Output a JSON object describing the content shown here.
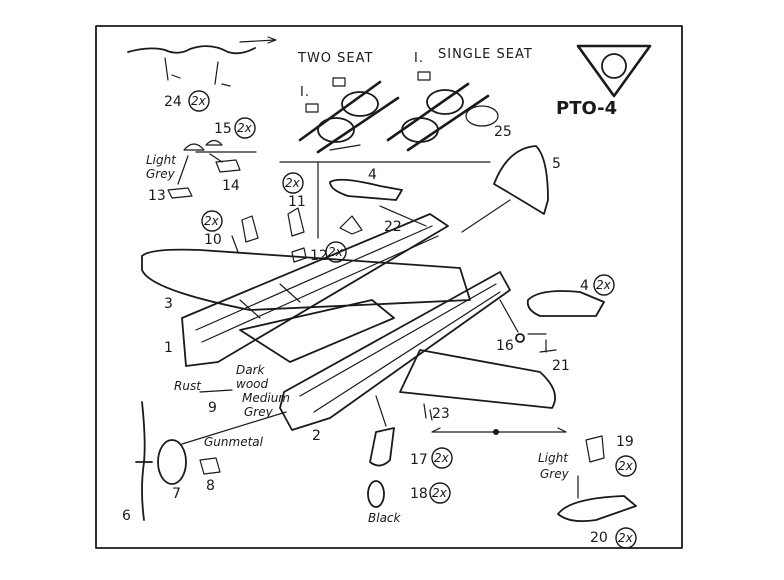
{
  "header": {
    "two_seat": "TWO SEAT",
    "single_seat": "SINGLE SEAT",
    "roman_two": "I.",
    "roman_single": "I."
  },
  "logo": {
    "text": "PTO-4"
  },
  "colors": {
    "ink": "#1a1a1a",
    "paper": "#ffffff"
  },
  "parts": {
    "p1": "1",
    "p2": "2",
    "p3": "3",
    "p4": "4",
    "p4b": "4",
    "p5": "5",
    "p6": "6",
    "p7": "7",
    "p8": "8",
    "p9": "9",
    "p10": "10",
    "p11": "11",
    "p12": "12",
    "p13": "13",
    "p14": "14",
    "p15": "15",
    "p16": "16",
    "p17": "17",
    "p18": "18",
    "p19": "19",
    "p20": "20",
    "p21": "21",
    "p22": "22",
    "p23": "23",
    "p24": "24",
    "p25": "25"
  },
  "multipliers": {
    "m24": "2x",
    "m15": "2x",
    "m10": "2x",
    "m11": "2x",
    "m12": "2x",
    "m4": "2x",
    "m17": "2x",
    "m18": "2x",
    "m19": "2x",
    "m20": "2x"
  },
  "notes": {
    "light_grey_1": "Light",
    "light_grey_1b": "Grey",
    "dark_wood": "Dark",
    "dark_wood_b": "wood",
    "medium_grey": "Medium",
    "medium_grey_b": "Grey",
    "rust": "Rust",
    "gunmetal": "Gunmetal",
    "black": "Black",
    "light_grey_2": "Light",
    "light_grey_2b": "Grey"
  }
}
